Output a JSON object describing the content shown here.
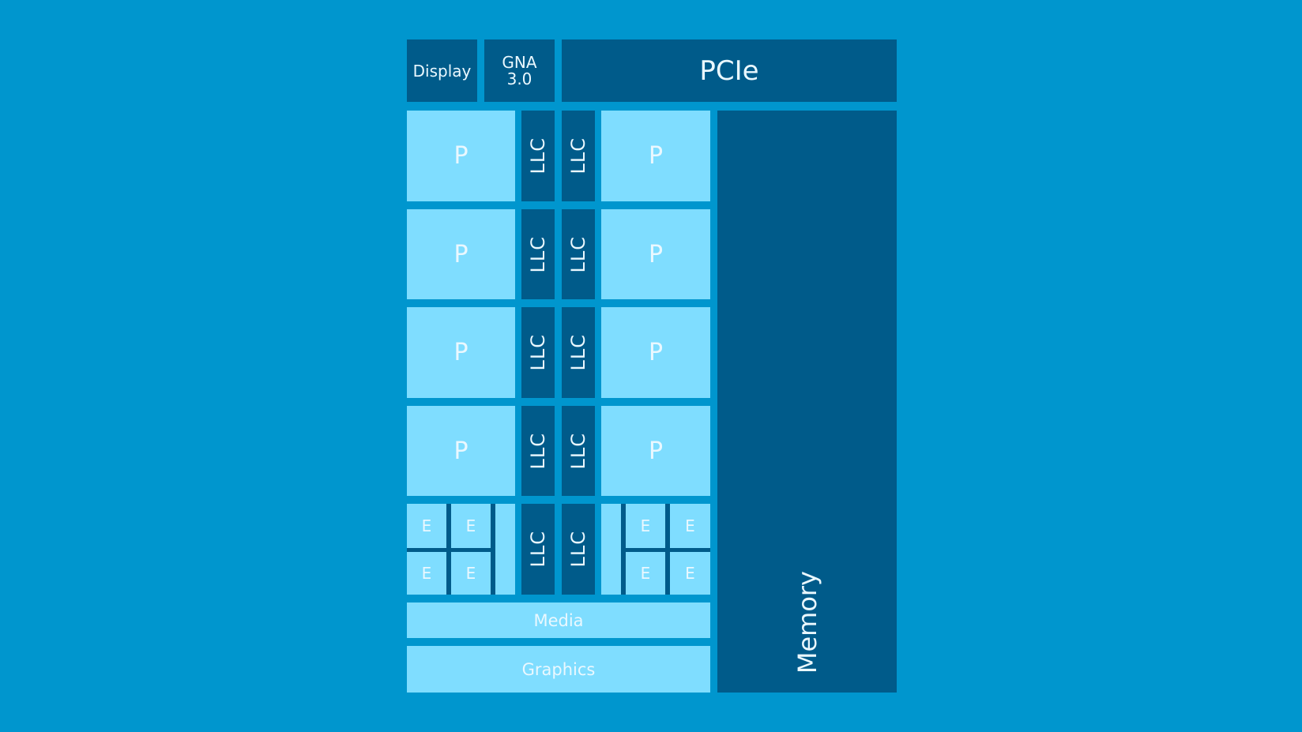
{
  "colors": {
    "background": "#0096CE",
    "dark_block": "#005B8A",
    "light_block": "#7FDDFF",
    "text": "#EAF8FF"
  },
  "top_row": {
    "display": "Display",
    "gna_line1": "GNA",
    "gna_line2": "3.0",
    "pcie": "PCIe"
  },
  "cores": {
    "p_label": "P",
    "llc_label": "LLC",
    "e_label": "E"
  },
  "p_rows": [
    {
      "left": "P",
      "llc1": "LLC",
      "llc2": "LLC",
      "right": "P"
    },
    {
      "left": "P",
      "llc1": "LLC",
      "llc2": "LLC",
      "right": "P"
    },
    {
      "left": "P",
      "llc1": "LLC",
      "llc2": "LLC",
      "right": "P"
    },
    {
      "left": "P",
      "llc1": "LLC",
      "llc2": "LLC",
      "right": "P"
    }
  ],
  "e_row": {
    "left_cluster": [
      "E",
      "E",
      "E",
      "E"
    ],
    "llc1": "LLC",
    "llc2": "LLC",
    "right_cluster": [
      "E",
      "E",
      "E",
      "E"
    ]
  },
  "media": "Media",
  "graphics": "Graphics",
  "memory": "Memory"
}
